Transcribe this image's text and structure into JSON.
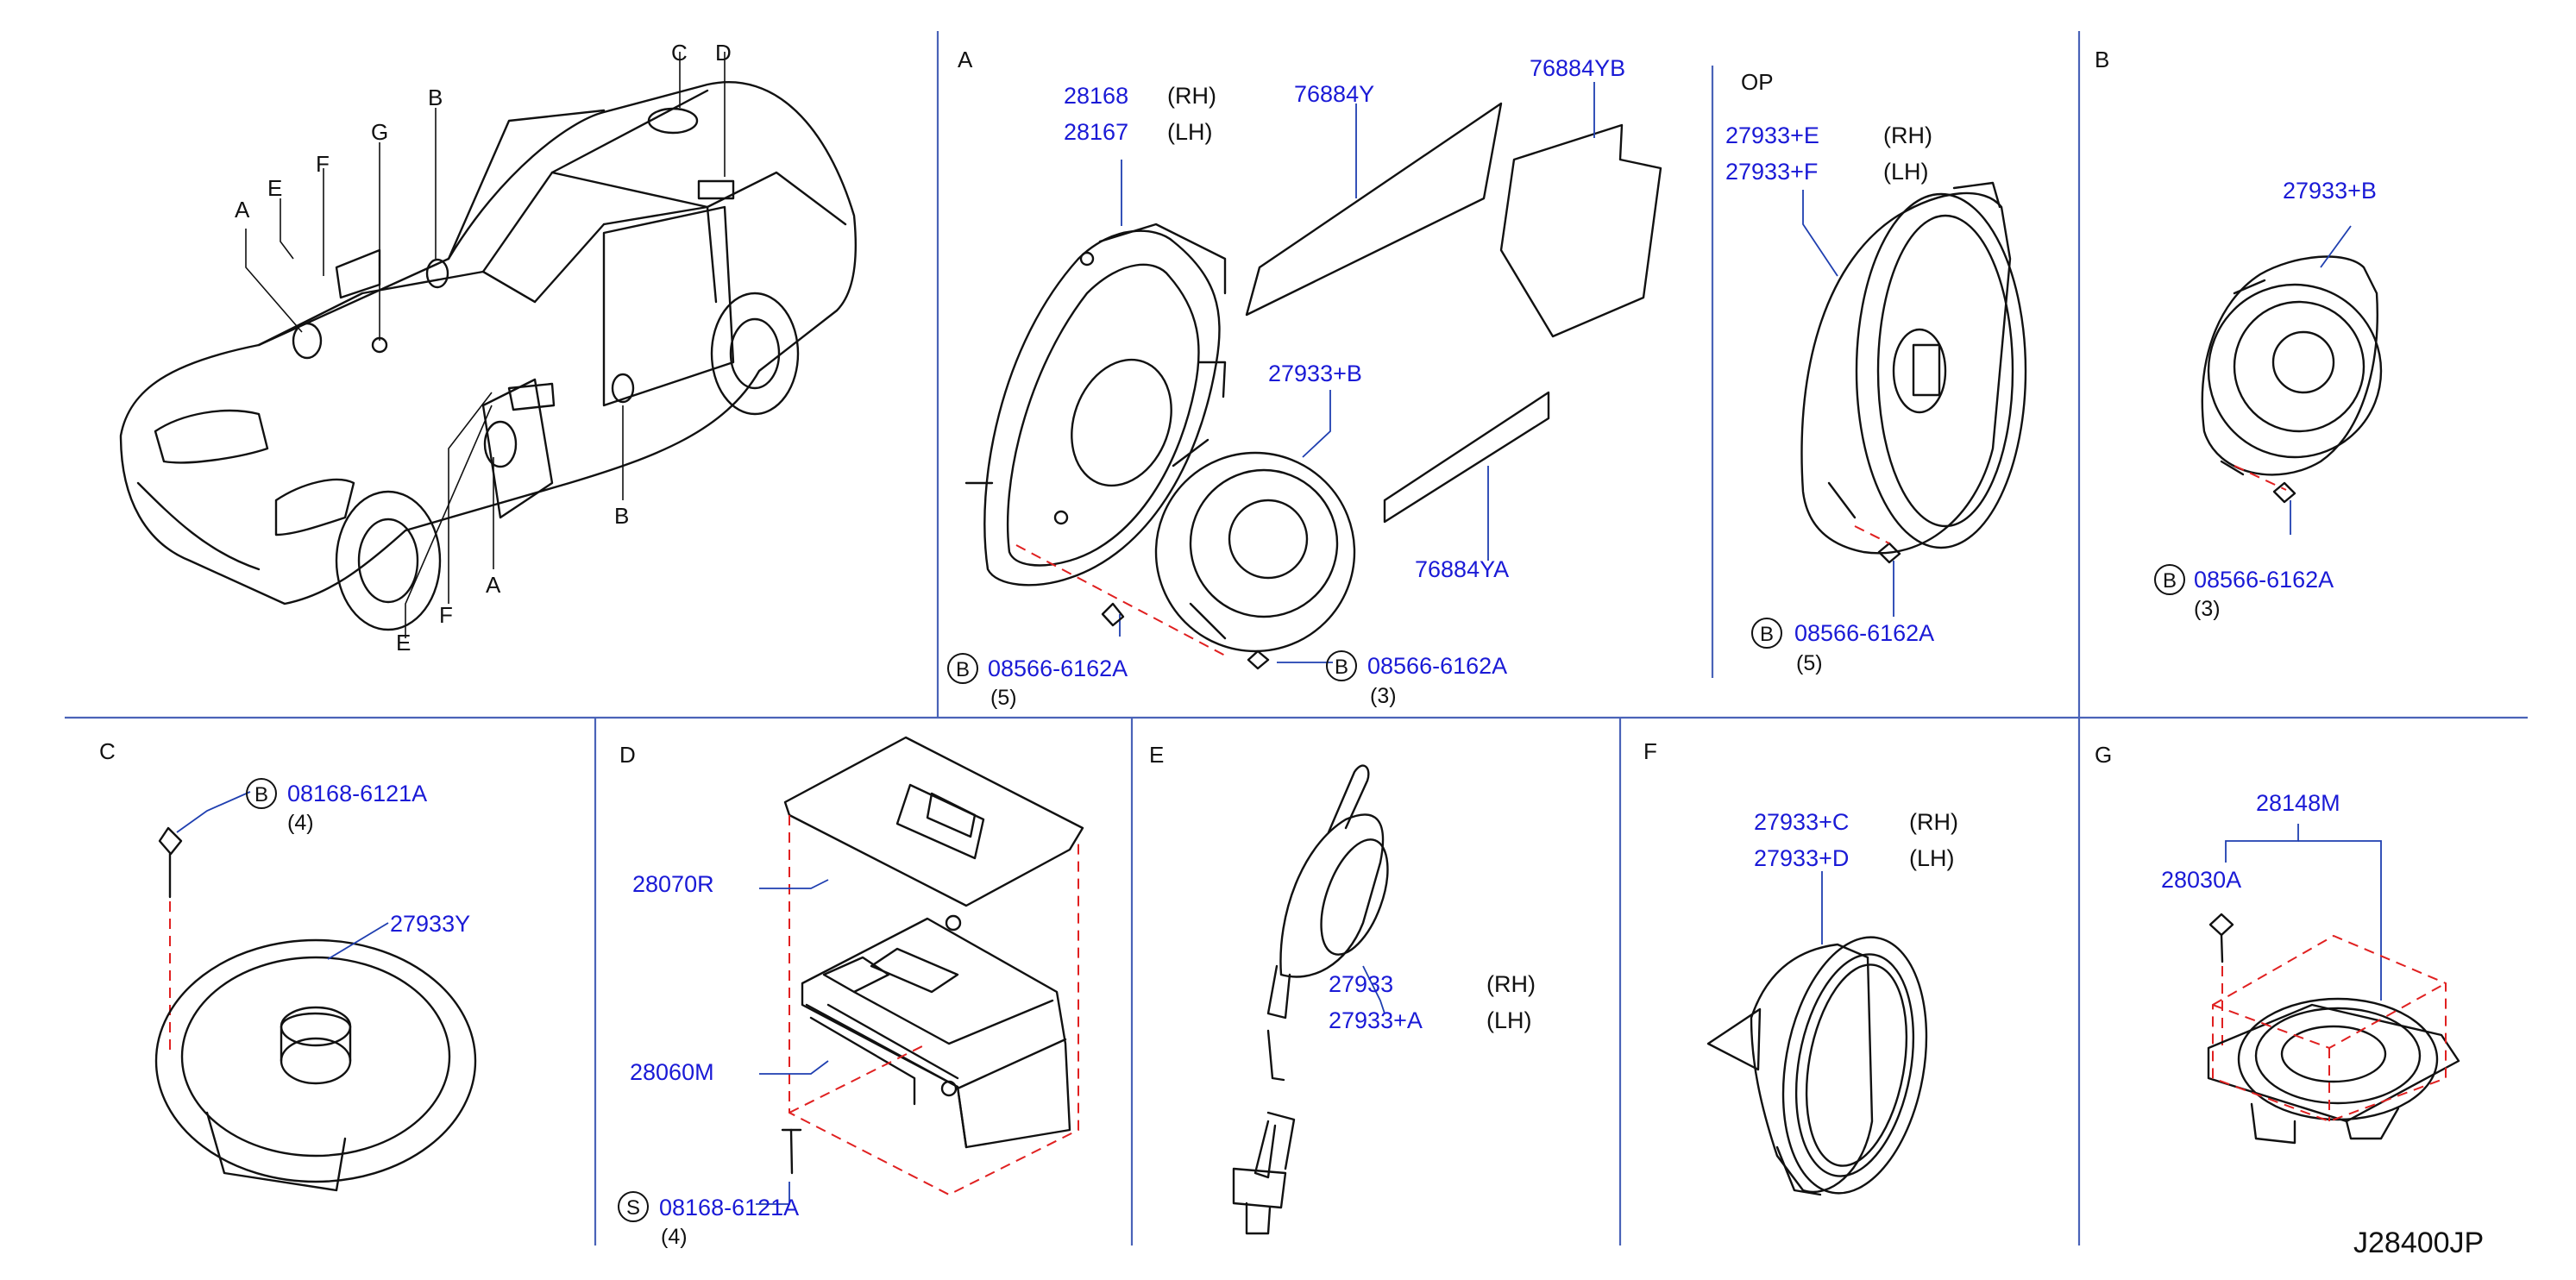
{
  "diagram_code": "J28400JP",
  "overview": {
    "labels": [
      "A",
      "E",
      "F",
      "G",
      "B",
      "C",
      "D",
      "B",
      "A",
      "F",
      "E"
    ]
  },
  "sections": {
    "A": {
      "title": "A",
      "p1": "28168",
      "p1_side": "(RH)",
      "p2": "28167",
      "p2_side": "(LH)",
      "p3": "76884Y",
      "p4": "76884YB",
      "p5": "27933+B",
      "p6": "76884YA",
      "screw1": {
        "prefix": "B",
        "part": "08566-6162A",
        "qty": "(5)"
      },
      "screw2": {
        "prefix": "B",
        "part": "08566-6162A",
        "qty": "(3)"
      }
    },
    "OP": {
      "title": "OP",
      "p1": "27933+E",
      "p1_side": "(RH)",
      "p2": "27933+F",
      "p2_side": "(LH)",
      "screw": {
        "prefix": "B",
        "part": "08566-6162A",
        "qty": "(5)"
      }
    },
    "B": {
      "title": "B",
      "p1": "27933+B",
      "screw": {
        "prefix": "B",
        "part": "08566-6162A",
        "qty": "(3)"
      }
    },
    "C": {
      "title": "C",
      "p1": "27933Y",
      "screw": {
        "prefix": "B",
        "part": "08168-6121A",
        "qty": "(4)"
      }
    },
    "D": {
      "title": "D",
      "p1": "28070R",
      "p2": "28060M",
      "screw": {
        "prefix": "S",
        "part": "08168-6121A",
        "qty": "(4)"
      }
    },
    "E": {
      "title": "E",
      "p1": "27933",
      "p1_side": "(RH)",
      "p2": "27933+A",
      "p2_side": "(LH)"
    },
    "F": {
      "title": "F",
      "p1": "27933+C",
      "p1_side": "(RH)",
      "p2": "27933+D",
      "p2_side": "(LH)"
    },
    "G": {
      "title": "G",
      "p1": "28148M",
      "p2": "28030A"
    }
  }
}
